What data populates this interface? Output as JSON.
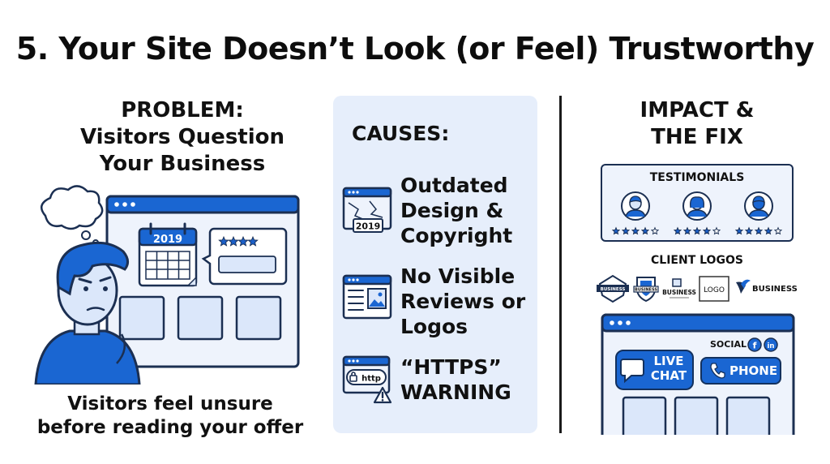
{
  "title": "5. Your Site Doesn’t Look (or Feel) Trustworthy",
  "problem": {
    "heading_lines": [
      "PROBLEM:",
      "Visitors Question",
      "Your Business"
    ],
    "calendar_year": "2019",
    "caption_lines": [
      "Visitors feel unsure",
      "before reading your offer"
    ]
  },
  "causes": {
    "title": "CAUSES:",
    "items": [
      {
        "icon": "broken-window-icon",
        "icon_label": "2019",
        "lines": [
          "Outdated",
          "Design &",
          "Copyright"
        ]
      },
      {
        "icon": "webpage-image-icon",
        "lines": [
          "No Visible",
          "Reviews or",
          "Logos"
        ]
      },
      {
        "icon": "http-warning-icon",
        "icon_label": "http",
        "lines": [
          "“HTTPS”",
          "WARNING"
        ]
      }
    ]
  },
  "impact": {
    "heading_lines": [
      "IMPACT &",
      "THE FIX"
    ],
    "testimonials_label": "TESTIMONIALS",
    "testimonial_ratings": [
      4,
      4,
      4
    ],
    "client_logos_label": "CLIENT LOGOS",
    "logos": [
      "BUSINESS",
      "BUSINESS",
      "BUSINESS",
      "LOGO",
      "BUSINESS"
    ],
    "social_label": "SOCIAL",
    "live_chat_lines": [
      "LIVE",
      "CHAT"
    ],
    "phone_label": "PHONE"
  },
  "colors": {
    "accent": "#1a66d2",
    "dark_outline": "#13315e",
    "panel_bg": "#e6eefb",
    "light_fill": "#dbe7fa",
    "star": "#1a5fc8"
  }
}
